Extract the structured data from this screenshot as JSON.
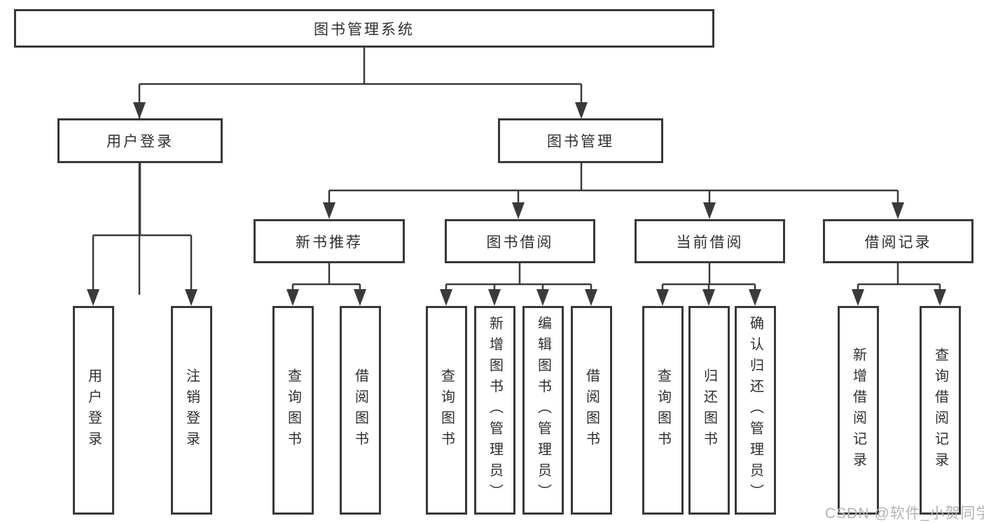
{
  "diagram": {
    "root": "图书管理系统",
    "level2": {
      "user_login": "用户登录",
      "book_management": "图书管理"
    },
    "level3": {
      "new_book_recommend": "新书推荐",
      "book_borrow": "图书借阅",
      "current_borrow": "当前借阅",
      "borrow_records": "借阅记录"
    },
    "leaves": {
      "user_login": [
        "用户登录",
        "注销登录"
      ],
      "new_book_recommend": [
        "查询图书",
        "借阅图书"
      ],
      "book_borrow": [
        "查询图书",
        "新增图书（管理员）",
        "编辑图书（管理员）",
        "借阅图书"
      ],
      "current_borrow": [
        "查询图书",
        "归还图书",
        "确认归还（管理员）"
      ],
      "borrow_records": [
        "新增借阅记录",
        "查询借阅记录"
      ]
    },
    "colors": {
      "line": "#3a3a3a",
      "border": "#383838",
      "text": "#2f2f2f",
      "background": "#ffffff",
      "watermark": "#b3b3b3"
    }
  },
  "watermark": "CSDN @软件_小贺同学"
}
